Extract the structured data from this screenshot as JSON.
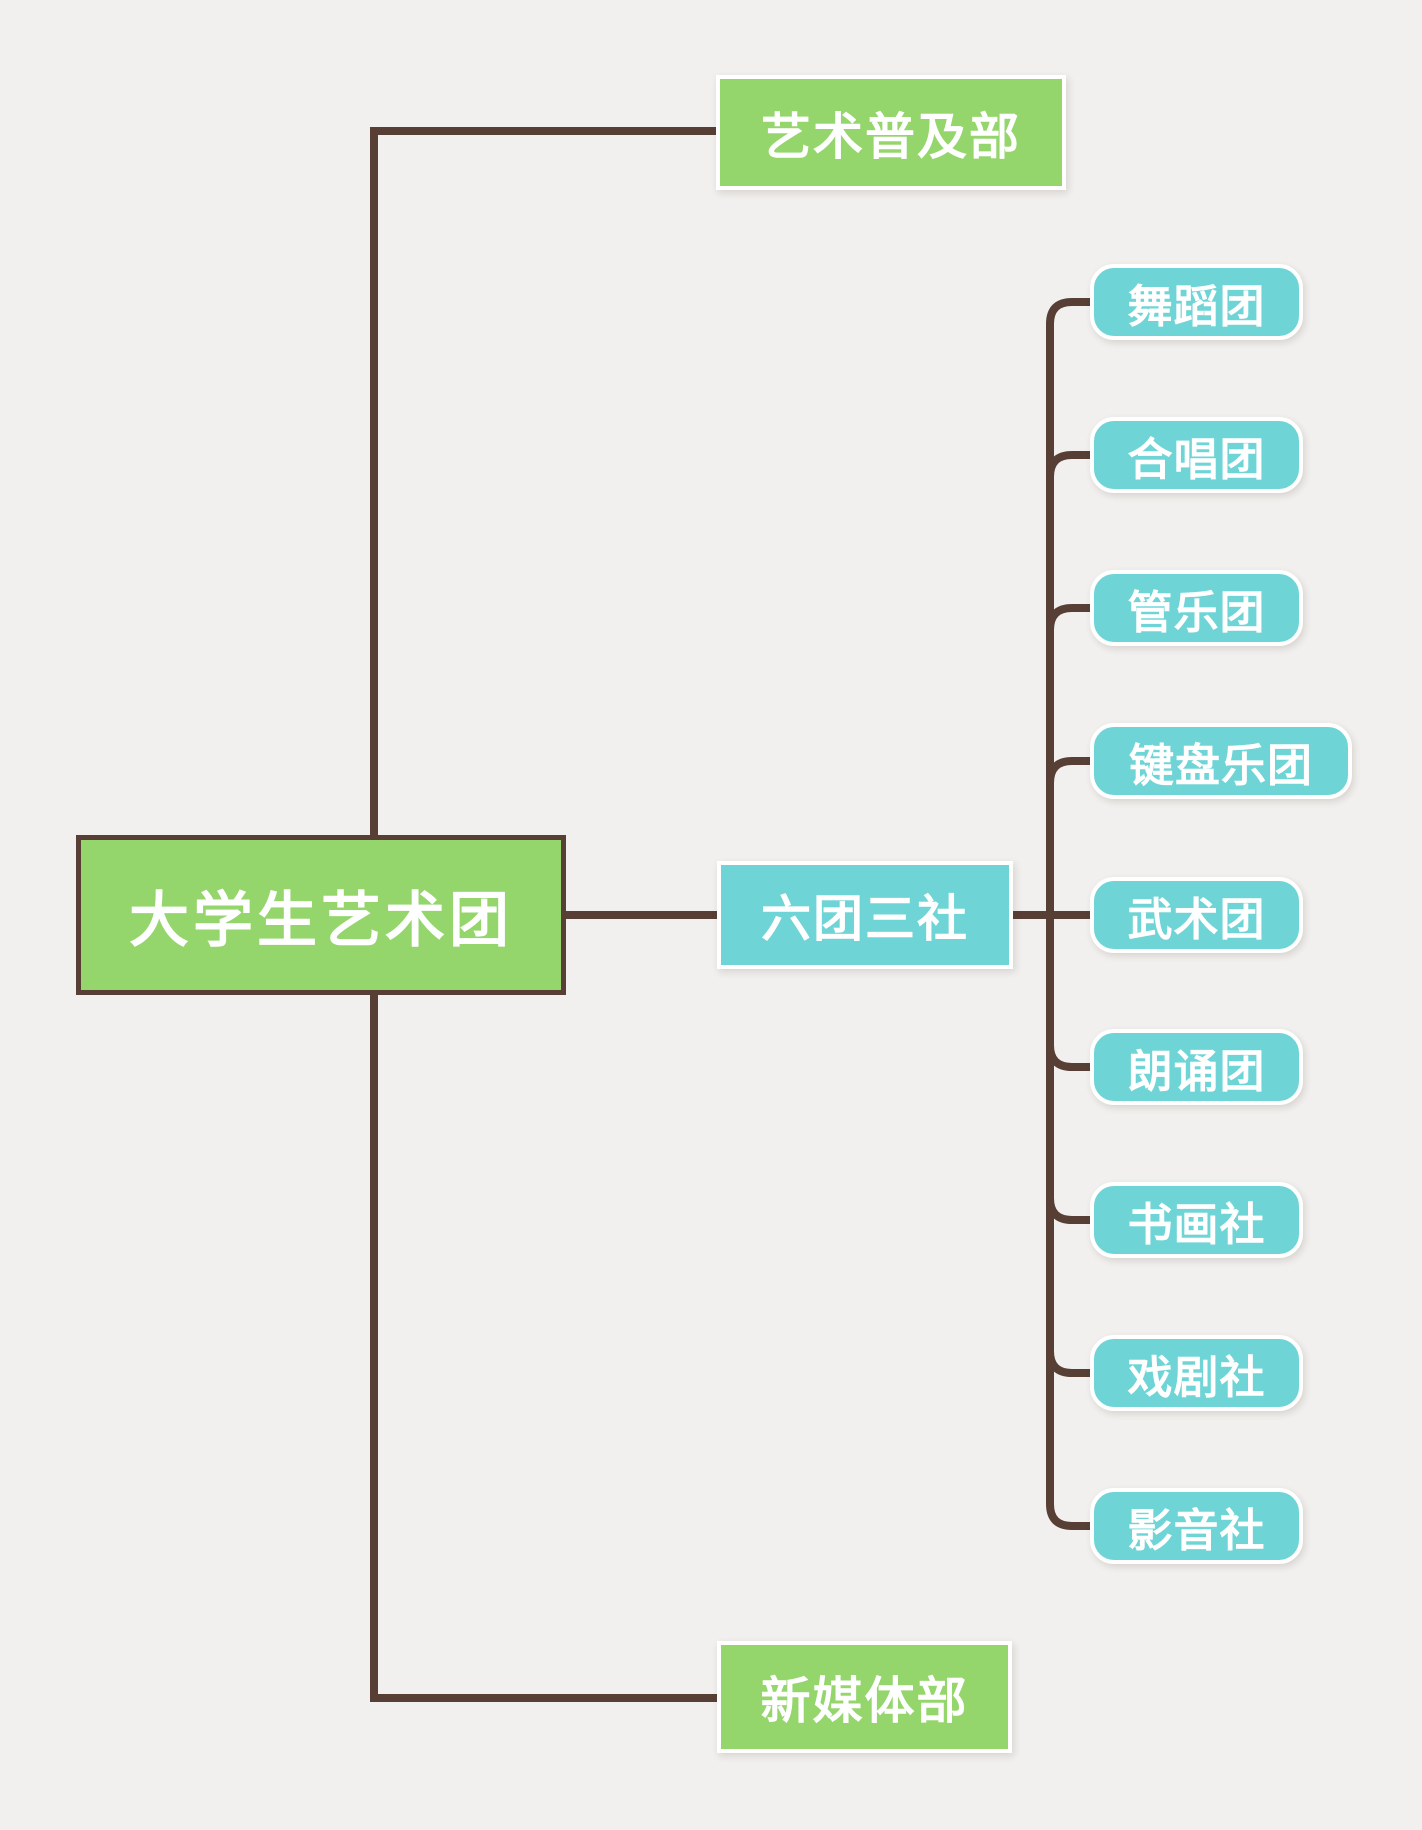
{
  "root": {
    "label": "大学生艺术团"
  },
  "branch_top": {
    "label": "艺术普及部"
  },
  "branch_middle": {
    "label": "六团三社",
    "children": [
      {
        "label": "舞蹈团"
      },
      {
        "label": "合唱团"
      },
      {
        "label": "管乐团"
      },
      {
        "label": "键盘乐团"
      },
      {
        "label": "武术团"
      },
      {
        "label": "朗诵团"
      },
      {
        "label": "书画社"
      },
      {
        "label": "戏剧社"
      },
      {
        "label": "影音社"
      }
    ]
  },
  "branch_bottom": {
    "label": "新媒体部"
  },
  "colors": {
    "background": "#f1f0ee",
    "green_node": "#94d56c",
    "teal_node": "#6fd4d6",
    "connector_line": "#583f35",
    "root_border": "#583f35",
    "node_text": "#ffffff",
    "node_border_white": "#ffffff"
  }
}
